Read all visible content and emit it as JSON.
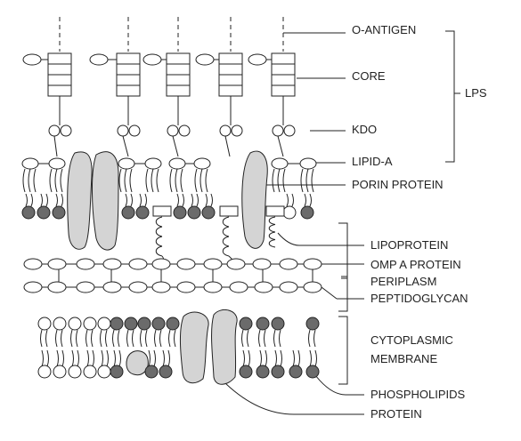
{
  "labels": {
    "o_antigen": "O-ANTIGEN",
    "core": "CORE",
    "lps": "LPS",
    "kdo": "KDO",
    "lipid_a": "LIPID-A",
    "porin_protein": "PORIN PROTEIN",
    "lipoprotein": "LIPOPROTEIN",
    "omp_a_protein": "OMP A PROTEIN",
    "periplasm": "PERIPLASM",
    "peptidoglycan": "PEPTIDOGLYCAN",
    "cytoplasmic": "CYTOPLASMIC",
    "membrane": "MEMBRANE",
    "phospholipids": "PHOSPHOLIPIDS",
    "protein": "PROTEIN"
  },
  "colors": {
    "stroke": "#222222",
    "protein_fill": "#d4d4d4",
    "lipid_head_dark": "#6b6b6b",
    "lipid_head_light": "#ffffff"
  }
}
